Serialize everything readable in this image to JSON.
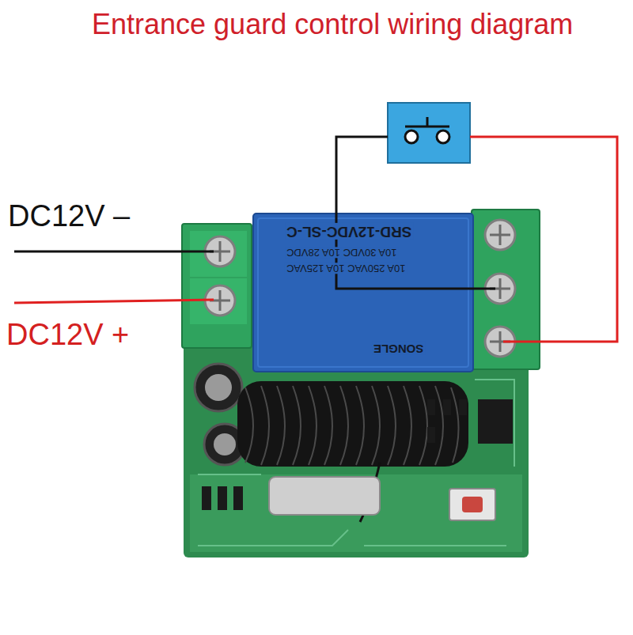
{
  "diagram": {
    "title": "Entrance guard control wiring diagram",
    "nodes": [
      {
        "text": [
          "SRD-12VDC-SL-C",
          "10A 30VDC 10A 28VDC",
          "10A 250VAC 10A 125VAC",
          "SONGLE"
        ]
      }
    ],
    "labels": [
      "DC12V –",
      "DC12V +"
    ]
  }
}
